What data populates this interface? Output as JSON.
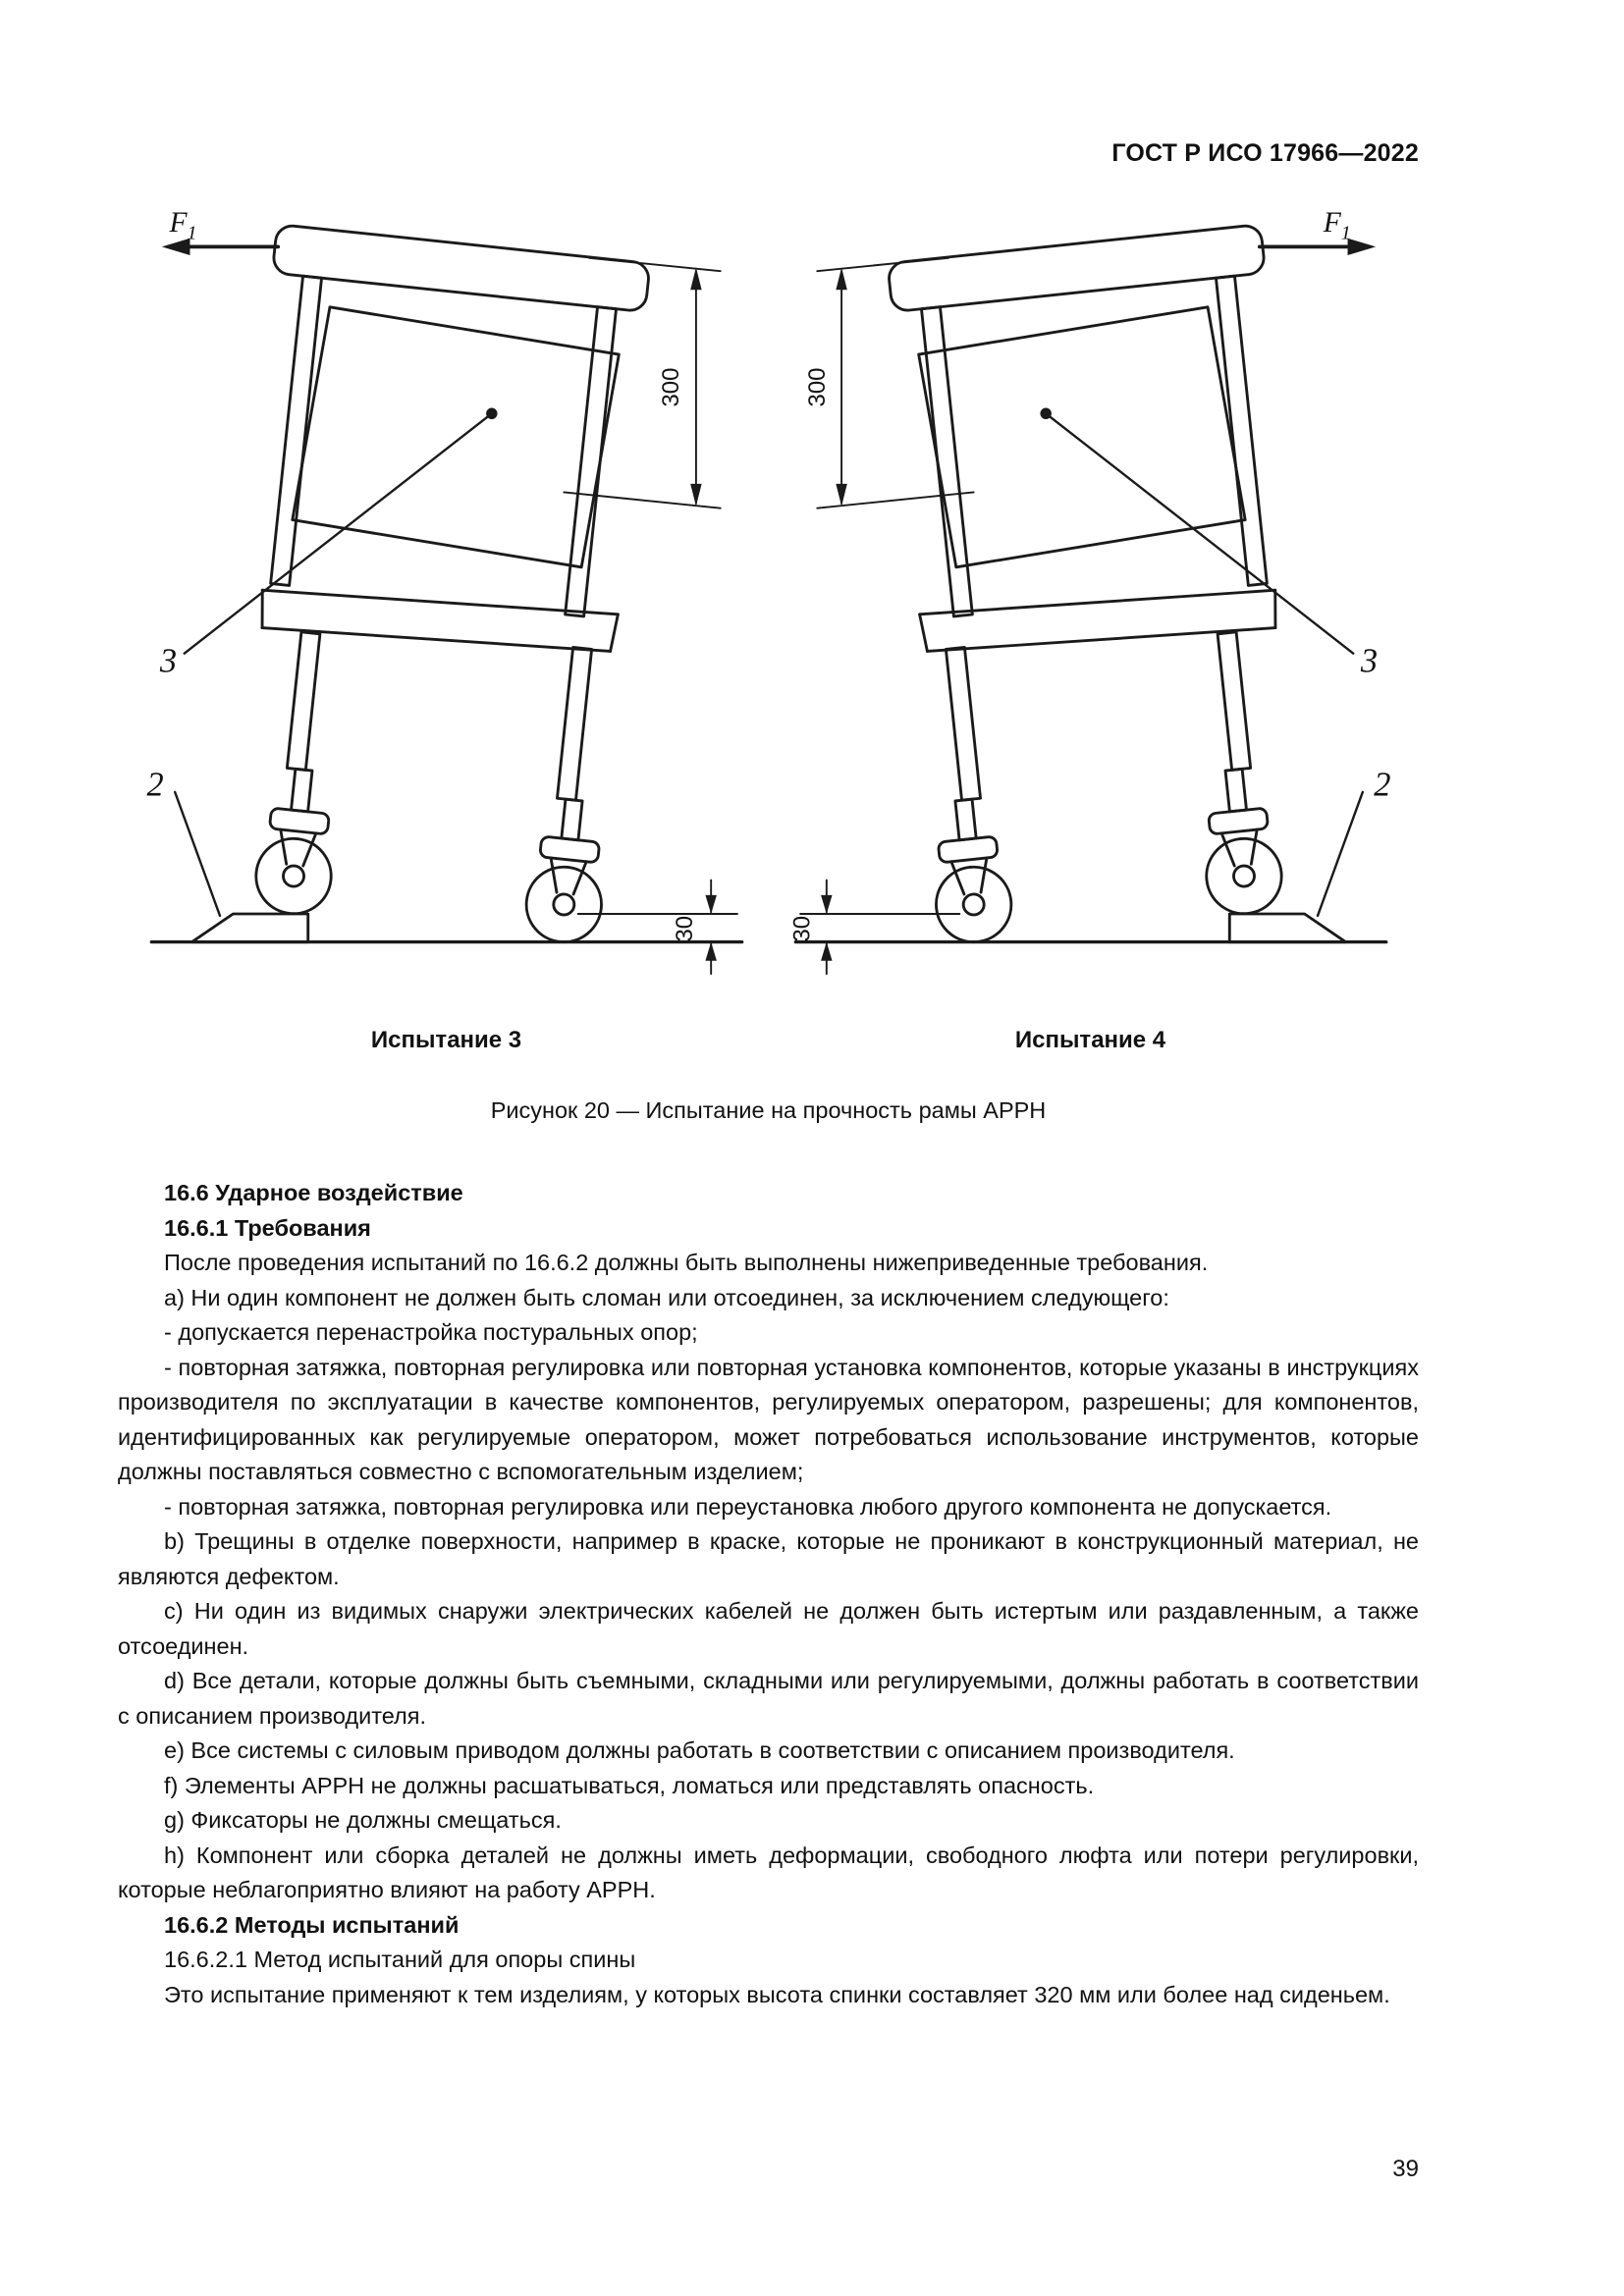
{
  "header": {
    "doc_code": "ГОСТ Р ИСО 17966—2022"
  },
  "figure": {
    "f_label": "F",
    "f_sub": "1",
    "dim_300": "300",
    "dim_30": "30",
    "callout_2": "2",
    "callout_3": "3",
    "test3_caption": "Испытание 3",
    "test4_caption": "Испытание 4",
    "caption": "Рисунок 20 — Испытание на прочность рамы APPH"
  },
  "content": {
    "heading_166": "16.6 Ударное воздействие",
    "heading_1661": "16.6.1 Требования",
    "paragraphs": [
      "После проведения испытаний по 16.6.2 должны быть выполнены нижеприведенные требования.",
      "a) Ни один компонент не должен быть сломан или отсоединен, за исключением следующего:",
      "- допускается перенастройка постуральных опор;",
      "- повторная затяжка, повторная регулировка или повторная установка компонентов, которые указаны в инструкциях производителя по эксплуатации в качестве компонентов, регулируемых оператором, разрешены; для компонентов, идентифицированных как регулируемые оператором, может потребоваться использование инструментов, которые должны поставляться совместно с вспомогательным изделием;",
      "- повторная затяжка, повторная регулировка или переустановка любого другого компонента не допускается.",
      "b) Трещины в отделке поверхности, например в краске, которые не проникают в конструкционный материал, не являются дефектом.",
      "c) Ни один из видимых снаружи электрических кабелей не должен быть истертым или раздавленным, а также отсоединен.",
      "d) Все детали, которые должны быть съемными, складными или регулируемыми, должны работать в соответствии с описанием производителя.",
      "e) Все системы с силовым приводом должны работать в соответствии с описанием производителя.",
      "f) Элементы APPH не должны расшатываться, ломаться или представлять опасность.",
      "g) Фиксаторы не должны смещаться.",
      "h) Компонент или сборка деталей не должны иметь деформации, свободного люфта или потери регулировки, которые неблагоприятно влияют на работу APPH."
    ],
    "heading_1662": "16.6.2 Методы испытаний",
    "para_16621_title": "16.6.2.1 Метод испытаний для опоры спины",
    "para_16621_body": "Это испытание применяют к тем изделиям, у которых высота спинки составляет 320 мм или более над сиденьем."
  },
  "footer": {
    "page_number": "39"
  }
}
